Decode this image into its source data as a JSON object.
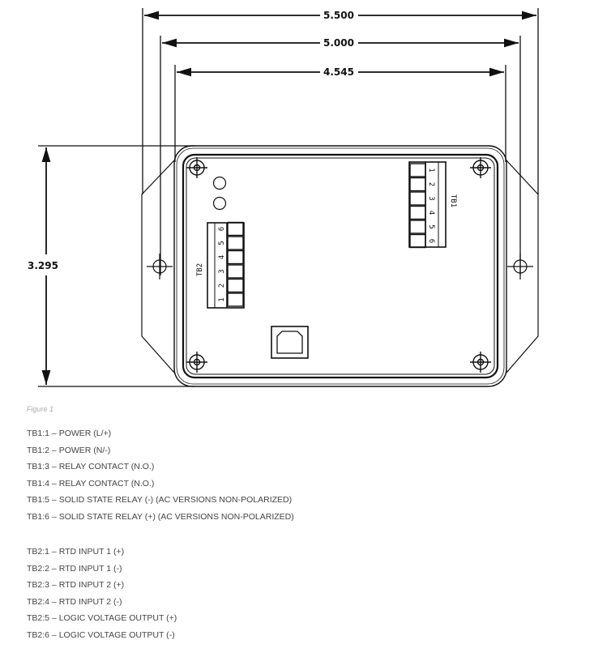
{
  "drawing": {
    "dimensions": {
      "overall_width": "5.500",
      "mounting_hole_spacing": "5.000",
      "body_width": "4.545",
      "body_height": "3.295"
    },
    "terminal_blocks": {
      "tb1": {
        "label": "TB1",
        "pins": [
          "1",
          "2",
          "3",
          "4",
          "5",
          "6"
        ]
      },
      "tb2": {
        "label": "TB2",
        "pins": [
          "1",
          "2",
          "3",
          "4",
          "5",
          "6"
        ]
      }
    }
  },
  "caption": "Figure 1",
  "tb1_list": [
    "TB1:1 – POWER (L/+)",
    "TB1:2 – POWER (N/-)",
    "TB1:3 – RELAY CONTACT (N.O.)",
    "TB1:4 – RELAY CONTACT (N.O.)",
    "TB1:5 – SOLID STATE RELAY (-) (AC VERSIONS NON-POLARIZED)",
    "TB1:6 – SOLID STATE RELAY (+) (AC VERSIONS NON-POLARIZED)"
  ],
  "tb2_list": [
    "TB2:1 – RTD INPUT 1 (+)",
    "TB2:2 – RTD INPUT 1 (-)",
    "TB2:3 – RTD INPUT 2 (+)",
    "TB2:4 – RTD INPUT 2 (-)",
    "TB2:5 – LOGIC VOLTAGE OUTPUT (+)",
    "TB2:6 – LOGIC VOLTAGE OUTPUT (-)"
  ]
}
